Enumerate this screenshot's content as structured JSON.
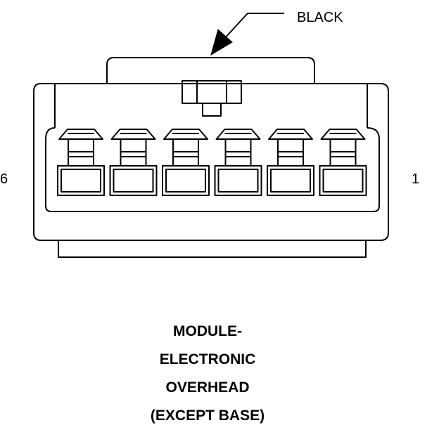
{
  "callout": {
    "label": "BLACK"
  },
  "pins": {
    "left": "6",
    "right": "1"
  },
  "cavity_count": 6,
  "caption": {
    "line1": "MODULE-",
    "line2": "ELECTRONIC",
    "line3": "OVERHEAD",
    "line4": "(EXCEPT BASE)"
  }
}
